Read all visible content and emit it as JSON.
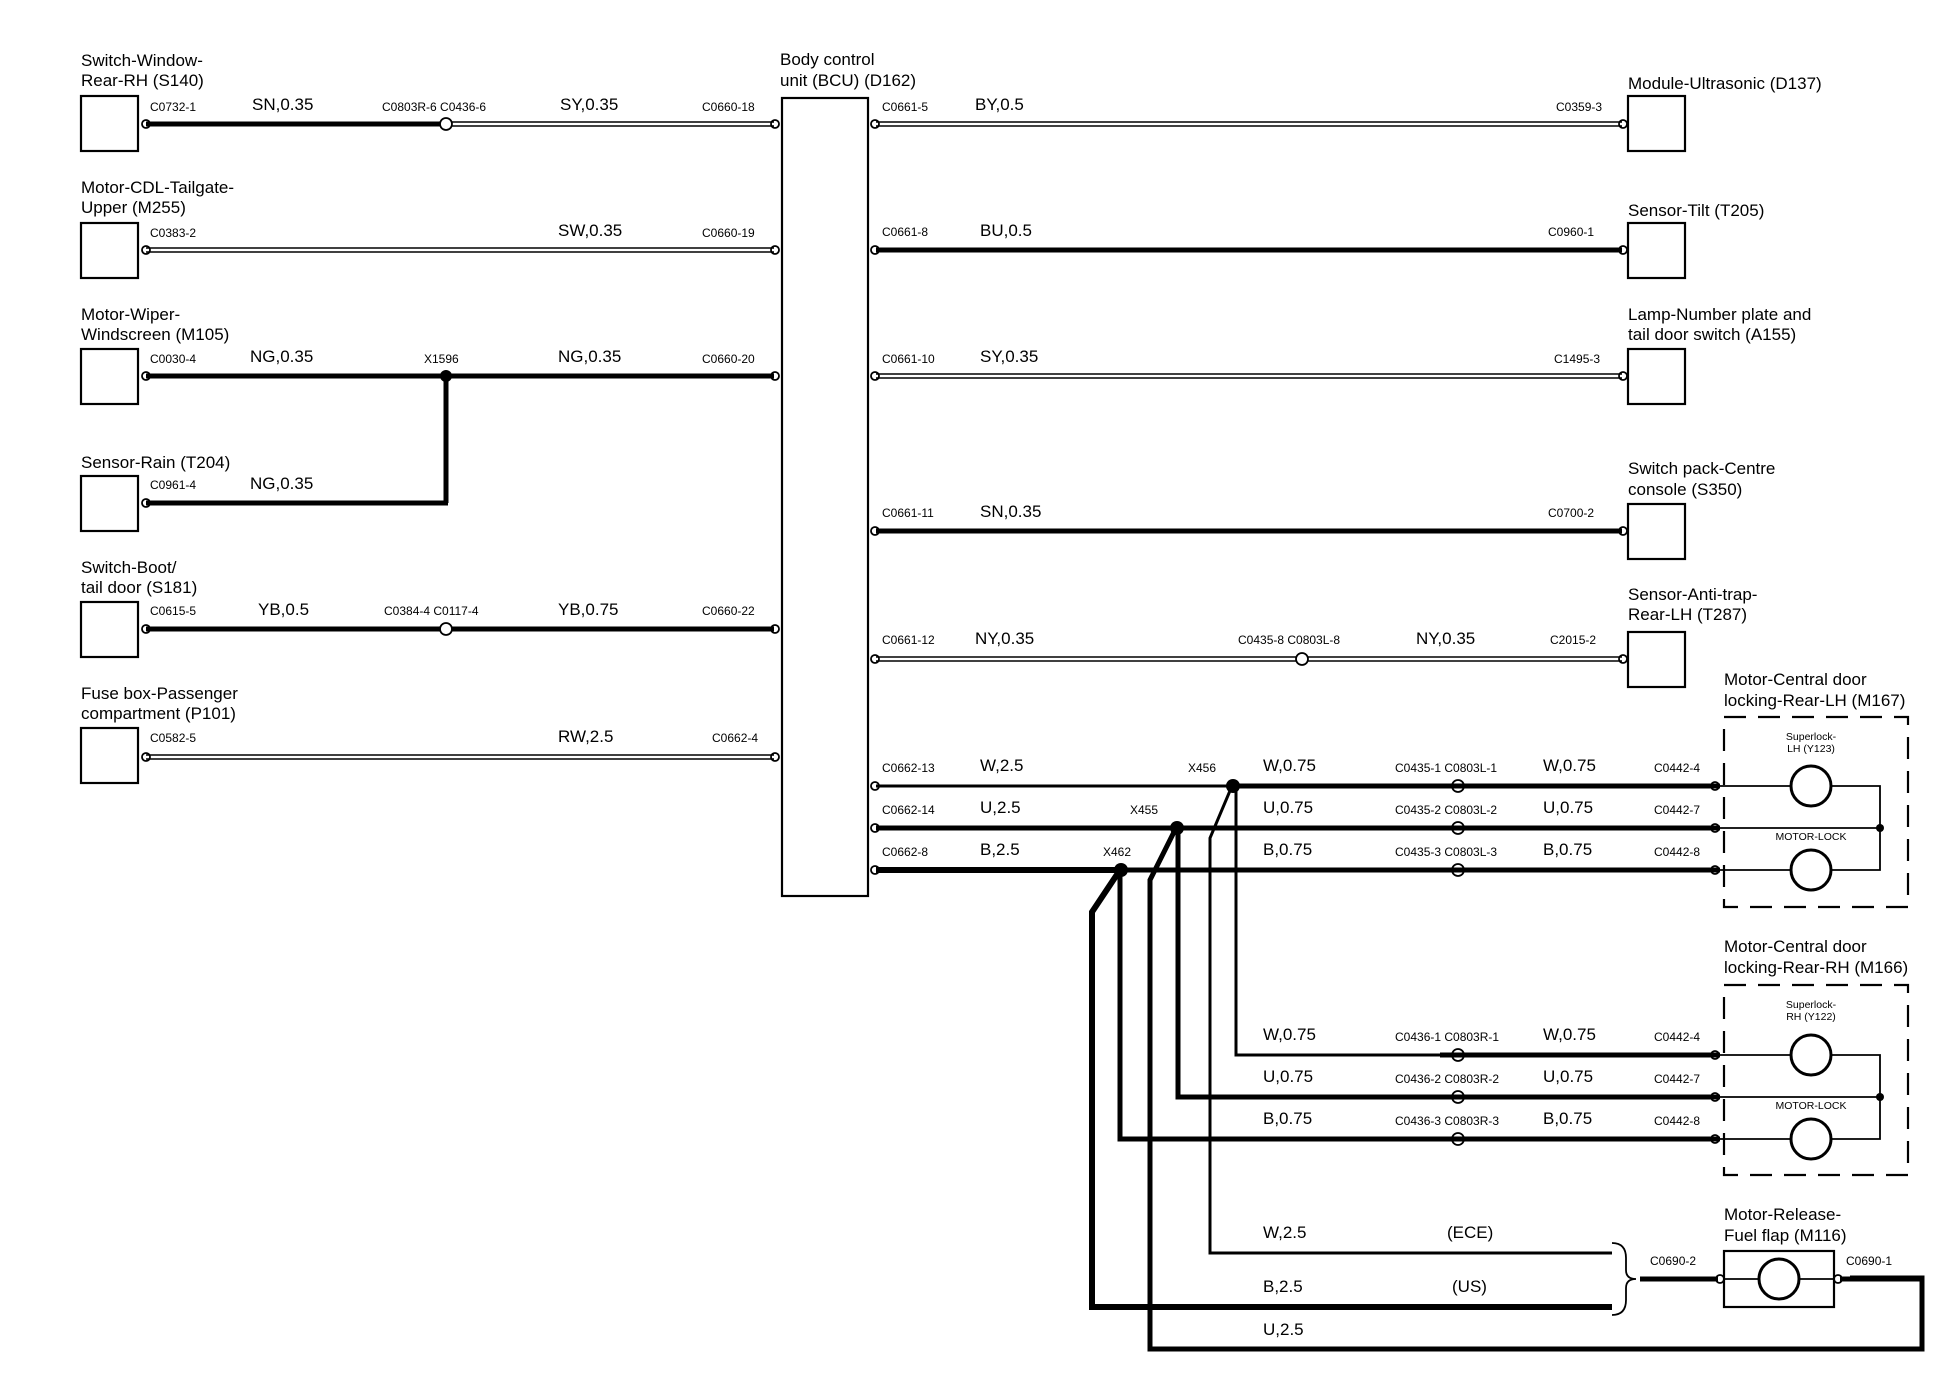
{
  "components_left": [
    {
      "name": "switch-window-rear-rh",
      "title": [
        "Switch-Window-",
        "Rear-RH (S140)"
      ]
    },
    {
      "name": "motor-cdl-tailgate-upper",
      "title": [
        "Motor-CDL-Tailgate-",
        "Upper (M255)"
      ]
    },
    {
      "name": "motor-wiper-windscreen",
      "title": [
        "Motor-Wiper-",
        "Windscreen (M105)"
      ]
    },
    {
      "name": "sensor-rain",
      "title": [
        "Sensor-Rain (T204)"
      ]
    },
    {
      "name": "switch-boot-tail-door",
      "title": [
        "Switch-Boot/",
        "tail door (S181)"
      ]
    },
    {
      "name": "fuse-box-passenger-compartment",
      "title": [
        "Fuse box-Passenger",
        "compartment (P101)"
      ]
    }
  ],
  "components_right": [
    {
      "name": "module-ultrasonic",
      "title": [
        "Module-Ultrasonic (D137)"
      ]
    },
    {
      "name": "sensor-tilt",
      "title": [
        "Sensor-Tilt (T205)"
      ]
    },
    {
      "name": "lamp-number-plate",
      "title": [
        "Lamp-Number plate and",
        "tail door switch (A155)"
      ]
    },
    {
      "name": "switch-pack-centre-console",
      "title": [
        "Switch pack-Centre",
        "console (S350)"
      ]
    },
    {
      "name": "sensor-anti-trap-rear-lh",
      "title": [
        "Sensor-Anti-trap-",
        "Rear-LH (T287)"
      ]
    }
  ],
  "bcu": {
    "title": [
      "Body control",
      "unit (BCU) (D162)"
    ]
  },
  "wires_left": [
    {
      "name": "wire-s140",
      "comp_conn": "C0732-1",
      "label1": "SN,0.35",
      "inline": "C0803R-6 C0436-6",
      "label2": "SY,0.35",
      "bcu_conn": "C0660-18",
      "weight": "mixed"
    },
    {
      "name": "wire-m255",
      "comp_conn": "C0383-2",
      "label1": "",
      "inline": "",
      "label2": "SW,0.35",
      "bcu_conn": "C0660-19",
      "weight": "thin"
    },
    {
      "name": "wire-m105",
      "comp_conn": "C0030-4",
      "label1": "NG,0.35",
      "inline": "X1596",
      "label2": "NG,0.35",
      "bcu_conn": "C0660-20",
      "weight": "thick"
    },
    {
      "name": "wire-t204",
      "comp_conn": "C0961-4",
      "label1": "NG,0.35",
      "inline": "",
      "label2": "",
      "bcu_conn": "",
      "weight": "thick"
    },
    {
      "name": "wire-s181",
      "comp_conn": "C0615-5",
      "label1": "YB,0.5",
      "inline": "C0384-4 C0117-4",
      "label2": "YB,0.75",
      "bcu_conn": "C0660-22",
      "weight": "thick"
    },
    {
      "name": "wire-p101",
      "comp_conn": "C0582-5",
      "label1": "",
      "inline": "",
      "label2": "RW,2.5",
      "bcu_conn": "C0662-4",
      "weight": "thin"
    }
  ],
  "wires_right": [
    {
      "name": "wire-d137",
      "bcu_conn": "C0661-5",
      "label1": "BY,0.5",
      "inline": "",
      "label2": "",
      "comp_conn": "C0359-3",
      "weight": "thin"
    },
    {
      "name": "wire-t205",
      "bcu_conn": "C0661-8",
      "label1": "BU,0.5",
      "inline": "",
      "label2": "",
      "comp_conn": "C0960-1",
      "weight": "thick"
    },
    {
      "name": "wire-a155",
      "bcu_conn": "C0661-10",
      "label1": "SY,0.35",
      "inline": "",
      "label2": "",
      "comp_conn": "C1495-3",
      "weight": "thin"
    },
    {
      "name": "wire-s350",
      "bcu_conn": "C0661-11",
      "label1": "SN,0.35",
      "inline": "",
      "label2": "",
      "comp_conn": "C0700-2",
      "weight": "thick"
    },
    {
      "name": "wire-t287",
      "bcu_conn": "C0661-12",
      "label1": "NY,0.35",
      "inline": "C0435-8 C0803L-8",
      "label2": "NY,0.35",
      "comp_conn": "C2015-2",
      "weight": "thin"
    }
  ],
  "motor_lh": {
    "title": [
      "Motor-Central door",
      "locking-Rear-LH (M167)"
    ],
    "superlock": [
      "Superlock-",
      "LH (Y123)"
    ],
    "motor_lock": "MOTOR-LOCK",
    "wires": [
      {
        "bcu_conn": "C0662-13",
        "label1": "W,2.5",
        "splice": "X456",
        "label2": "W,0.75",
        "inline": "C0435-1 C0803L-1",
        "label3": "W,0.75",
        "comp_conn": "C0442-4"
      },
      {
        "bcu_conn": "C0662-14",
        "label1": "U,2.5",
        "splice": "X455",
        "label2": "U,0.75",
        "inline": "C0435-2 C0803L-2",
        "label3": "U,0.75",
        "comp_conn": "C0442-7"
      },
      {
        "bcu_conn": "C0662-8",
        "label1": "B,2.5",
        "splice": "X462",
        "label2": "B,0.75",
        "inline": "C0435-3 C0803L-3",
        "label3": "B,0.75",
        "comp_conn": "C0442-8"
      }
    ]
  },
  "motor_rh": {
    "title": [
      "Motor-Central door",
      "locking-Rear-RH (M166)"
    ],
    "superlock": [
      "Superlock-",
      "RH (Y122)"
    ],
    "motor_lock": "MOTOR-LOCK",
    "wires": [
      {
        "label2": "W,0.75",
        "inline": "C0436-1 C0803R-1",
        "label3": "W,0.75",
        "comp_conn": "C0442-4"
      },
      {
        "label2": "U,0.75",
        "inline": "C0436-2 C0803R-2",
        "label3": "U,0.75",
        "comp_conn": "C0442-7"
      },
      {
        "label2": "B,0.75",
        "inline": "C0436-3 C0803R-3",
        "label3": "B,0.75",
        "comp_conn": "C0442-8"
      }
    ]
  },
  "fuel_flap": {
    "title": [
      "Motor-Release-",
      "Fuel flap (M116)"
    ],
    "conn_left": "C0690-2",
    "conn_right": "C0690-1",
    "wires": [
      {
        "label": "W,2.5",
        "market": "(ECE)"
      },
      {
        "label": "B,2.5",
        "market": "(US)"
      },
      {
        "label": "U,2.5",
        "market": ""
      }
    ]
  }
}
